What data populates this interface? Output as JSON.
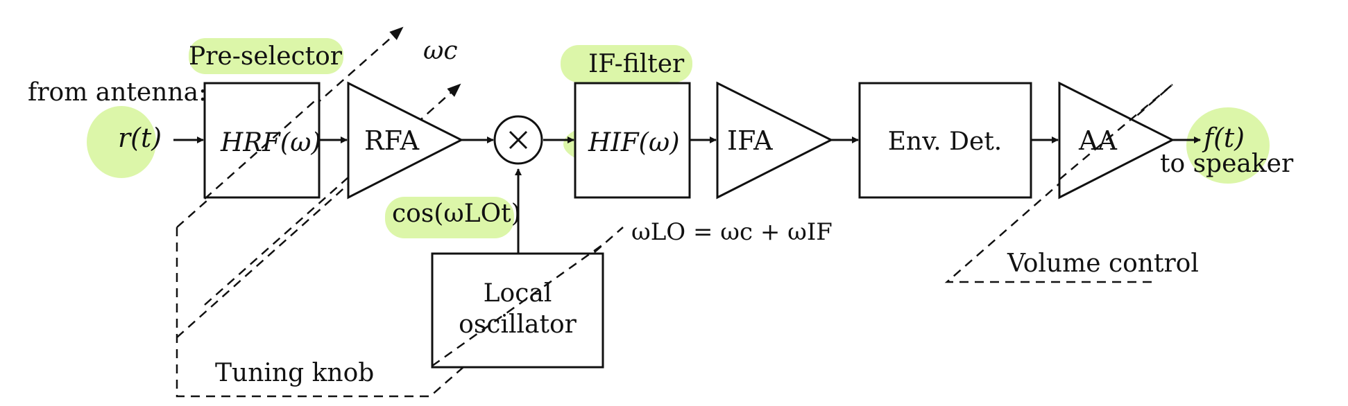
{
  "labels": {
    "from_antenna": "from antenna:",
    "input_signal": "r(t)",
    "preselector_caption": "Pre-selector",
    "omega_c": "ωc",
    "rf_filter": "HRF(ω)",
    "rfa": "RFA",
    "mixer_symbol": "×",
    "lo_signal": "cos(ωLOt)",
    "if_filter_caption": "IF-filter",
    "if_filter": "HIF(ω)",
    "ifa": "IFA",
    "env_det": "Env. Det.",
    "aa": "AA",
    "output_signal": "f(t)",
    "to_speaker": "to speaker",
    "lo_equation": "ωLO = ωc + ωIF",
    "local_oscillator": [
      "Local",
      "oscillator"
    ],
    "tuning_knob": "Tuning knob",
    "volume_control": "Volume control"
  },
  "colors": {
    "highlight": "#d6f59a",
    "ink": "#111111"
  }
}
